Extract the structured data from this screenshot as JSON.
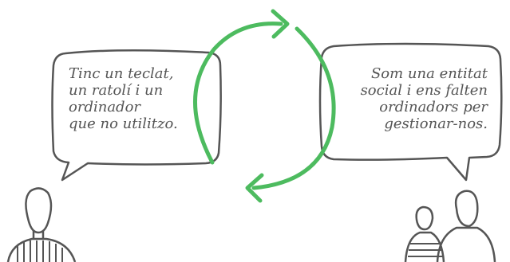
{
  "left_bubble": {
    "lines": [
      "Tinc un teclat,",
      "un ratolí i un",
      "ordinador",
      "que no utilitzo."
    ]
  },
  "right_bubble": {
    "lines": [
      "Som una entitat",
      "social i ens falten",
      "ordinadors per",
      "gestionar-nos."
    ]
  },
  "colors": {
    "cycle_arrows": "#4dbb5f",
    "outline": "#555555",
    "text": "#555555"
  },
  "icons": [
    "cycle-arrows-icon",
    "person-left-icon",
    "person-pair-right-icon"
  ]
}
